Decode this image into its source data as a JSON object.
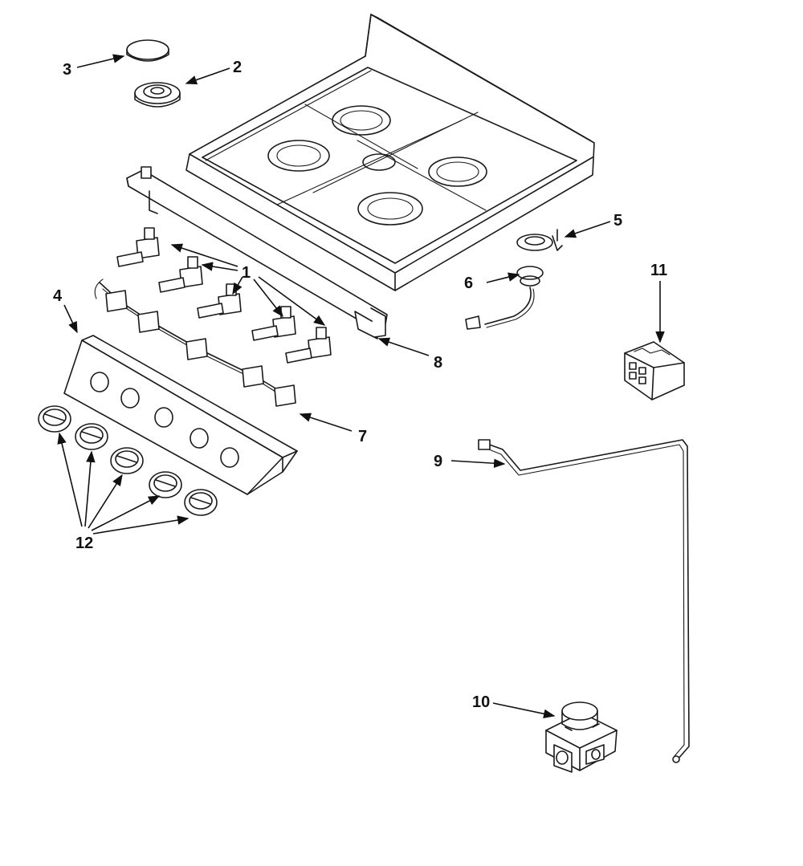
{
  "callouts": [
    {
      "id": "callout-1",
      "text": "1"
    },
    {
      "id": "callout-2",
      "text": "2"
    },
    {
      "id": "callout-3",
      "text": "3"
    },
    {
      "id": "callout-4",
      "text": "4"
    },
    {
      "id": "callout-5",
      "text": "5"
    },
    {
      "id": "callout-6",
      "text": "6"
    },
    {
      "id": "callout-7",
      "text": "7"
    },
    {
      "id": "callout-8",
      "text": "8"
    },
    {
      "id": "callout-9",
      "text": "9"
    },
    {
      "id": "callout-10",
      "text": "10"
    },
    {
      "id": "callout-11",
      "text": "11"
    },
    {
      "id": "callout-12",
      "text": "12"
    }
  ]
}
